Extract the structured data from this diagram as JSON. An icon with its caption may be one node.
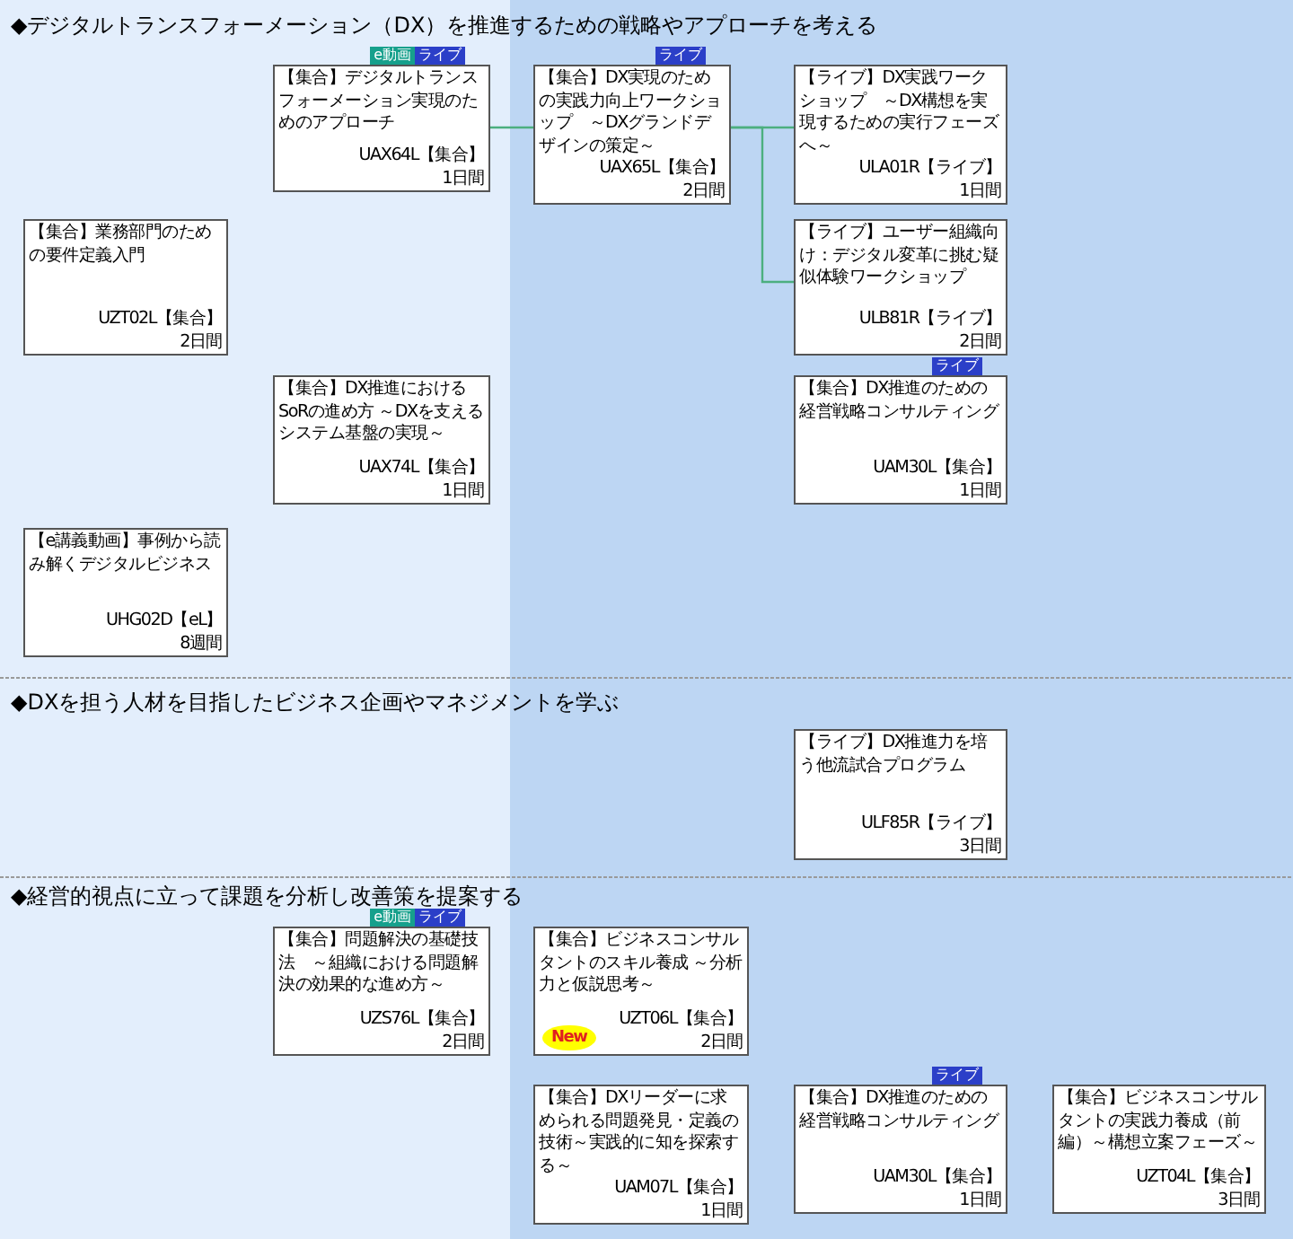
{
  "diagram": {
    "nodes": [
      {
        "text": [
          "【集合】デジタルトランスフォーメーション実現のためのアプローチ",
          "UAX64L【集合】",
          "1日間"
        ],
        "beside": [
          "e動画",
          "ライブ"
        ]
      },
      {
        "text": [
          "【集合】DX実現のための実践力向上ワークショップ　～DXグランドデザインの策定～",
          "UAX65L【集合】",
          "2日間"
        ],
        "beside": [
          "ライブ"
        ]
      },
      {
        "text": [
          "【ライブ】DX実践ワークショップ　～DX構想を実現するための実行フェーズへ～",
          "ULA01R【ライブ】",
          "1日間"
        ]
      },
      {
        "text": [
          "【集合】業務部門のための要件定義入門",
          "UZT02L【集合】",
          "2日間"
        ]
      },
      {
        "text": [
          "【ライブ】ユーザー組織向け：デジタル変革に挑む疑似体験ワークショップ",
          "ULB81R【ライブ】",
          "2日間"
        ]
      },
      {
        "text": [
          "【集合】DX推進におけるSoRの進め方 ～DXを支えるシステム基盤の実現～",
          "UAX74L【集合】",
          "1日間"
        ]
      },
      {
        "text": [
          "【集合】DX推進のための経営戦略コンサルティング",
          "UAM30L【集合】",
          "1日間"
        ],
        "beside": [
          "ライブ"
        ]
      },
      {
        "text": [
          "【e講義動画】事例から読み解くデジタルビジネス",
          "UHG02D【eL】",
          "8週間"
        ]
      },
      {
        "text": [
          "【ライブ】DX推進力を培う他流試合プログラム",
          "ULF85R【ライブ】",
          "3日間"
        ]
      },
      {
        "text": [
          "【集合】問題解決の基礎技法　～組織における問題解決の効果的な進め方～",
          "UZS76L【集合】",
          "2日間"
        ],
        "beside": [
          "e動画",
          "ライブ"
        ]
      },
      {
        "text": [
          "【集合】ビジネスコンサルタントのスキル養成 ～分析力と仮説思考～",
          "UZT06L【集合】",
          "2日間",
          "New"
        ]
      },
      {
        "text": [
          "【集合】DXリーダーに求められる問題発見・定義の技術～実践的に知を探索する～",
          "UAM07L【集合】",
          "1日間"
        ]
      },
      {
        "text": [
          "【集合】DX推進のための経営戦略コンサルティング",
          "UAM30L【集合】",
          "1日間"
        ],
        "beside": [
          "ライブ"
        ]
      },
      {
        "text": [
          "【集合】ビジネスコンサルタントの実践力養成（前編）～構想立案フェーズ～",
          "UZT04L【集合】",
          "3日間"
        ]
      }
    ],
    "edges": [
      {
        "from": 0,
        "to": 1,
        "arrow": "none"
      },
      {
        "from": 1,
        "to": 2,
        "arrow": "none"
      },
      {
        "from": 1,
        "to": 4,
        "arrow": "none"
      }
    ],
    "labels": [
      "◆デジタルトランスフォーメーション（DX）を推進するための戦略やアプローチを考える",
      "◆DXを担う人材を目指したビジネス企画やマネジメントを学ぶ",
      "◆経営的視点に立って課題を分析し改善策を提案する"
    ]
  }
}
